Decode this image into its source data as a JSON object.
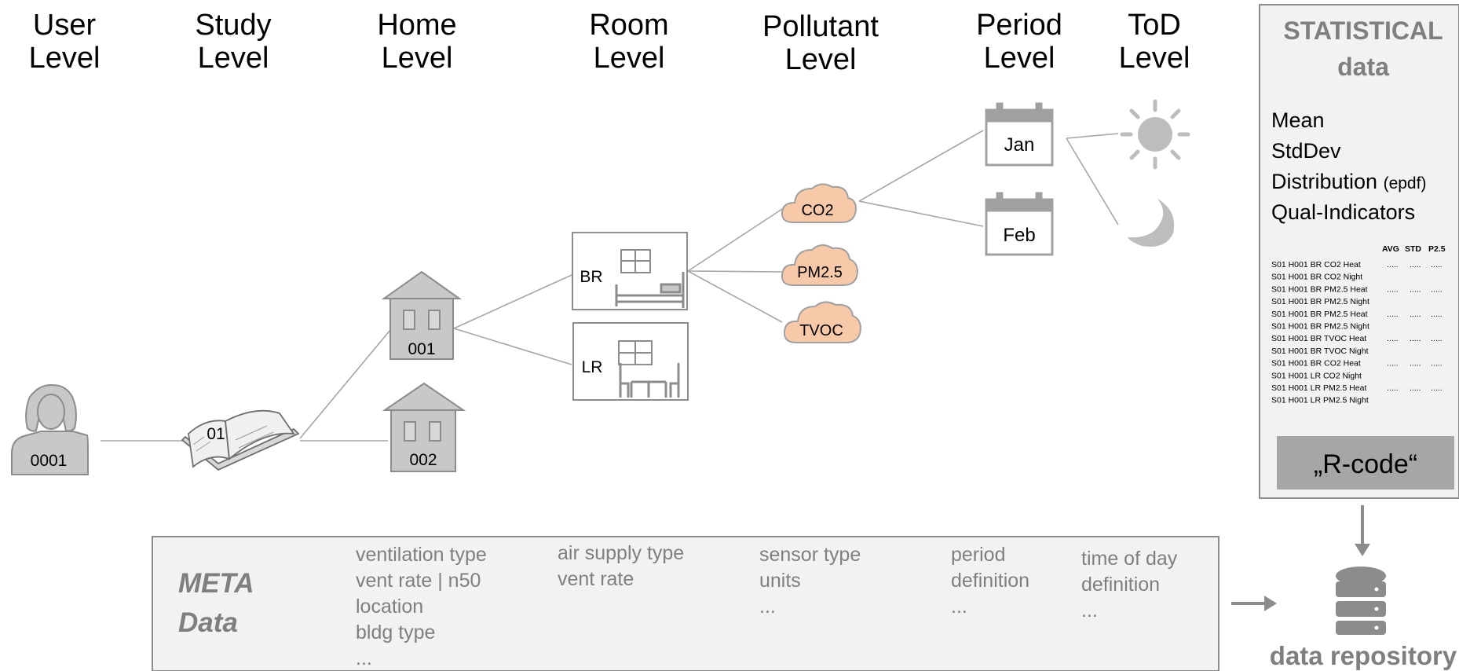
{
  "levels": [
    "User\nLevel",
    "Study\nLevel",
    "Home\nLevel",
    "Room\nLevel",
    "Pollutant\nLevel",
    "Period\nLevel",
    "ToD\nLevel"
  ],
  "user": {
    "id": "0001"
  },
  "study": {
    "id": "01"
  },
  "homes": [
    "001",
    "002"
  ],
  "rooms": [
    "BR",
    "LR"
  ],
  "pollutants": [
    "CO2",
    "PM2.5",
    "TVOC"
  ],
  "periods": [
    "Jan",
    "Feb"
  ],
  "tod_icons": [
    "sun-icon",
    "moon-icon"
  ],
  "statistical": {
    "title_line1": "STATISTICAL",
    "title_line2": "data",
    "items": [
      "Mean",
      "StdDev",
      "Distribution",
      "Qual-Indicators"
    ],
    "distribution_suffix": "(epdf)",
    "table_headers": [
      "AVG",
      "STD",
      "P2.5"
    ],
    "table_rows": [
      {
        "label": "S01 H001 BR CO2    Heat",
        "dots": true
      },
      {
        "label": "S01 H001 BR CO2    Night",
        "dots": false
      },
      {
        "label": "S01 H001 BR PM2.5 Heat",
        "dots": true
      },
      {
        "label": "S01 H001 BR PM2.5 Night",
        "dots": false
      },
      {
        "label": "S01 H001 BR PM2.5 Heat",
        "dots": true
      },
      {
        "label": "S01 H001 BR PM2.5 Night",
        "dots": false
      },
      {
        "label": "S01 H001 BR TVOC   Heat",
        "dots": true
      },
      {
        "label": "S01 H001 BR TVOC   Night",
        "dots": false
      },
      {
        "label": "S01 H001 BR CO2    Heat",
        "dots": true
      },
      {
        "label": "S01 H001 LR CO2     Night",
        "dots": false
      },
      {
        "label": "S01 H001 LR PM2.5 Heat",
        "dots": true
      },
      {
        "label": "S01 H001 LR PM2.5 Night",
        "dots": false
      }
    ],
    "cell_dots": ".....",
    "rcode_label": "„R-code“"
  },
  "meta": {
    "title_line1": "META",
    "title_line2": "Data",
    "columns": [
      [
        "ventilation type",
        "vent rate | n50",
        "location",
        "bldg type",
        "..."
      ],
      [
        "air supply type",
        "vent rate"
      ],
      [
        "sensor type",
        "units",
        "..."
      ],
      [
        "period",
        "definition",
        "..."
      ],
      [
        "time of day",
        "definition",
        "..."
      ]
    ]
  },
  "repository": {
    "label": "data repository",
    "icon": "database-icon"
  },
  "colors": {
    "icon_gray": "#c8c8c8",
    "icon_stroke": "#8c8c8c",
    "cloud_fill": "#f8c9a8",
    "cloud_stroke": "#a0a0a0",
    "box_fill": "#f2f2f2",
    "rcode_fill": "#a6a6a6",
    "line": "#a6a6a6",
    "text_gray": "#7f7f7f"
  }
}
